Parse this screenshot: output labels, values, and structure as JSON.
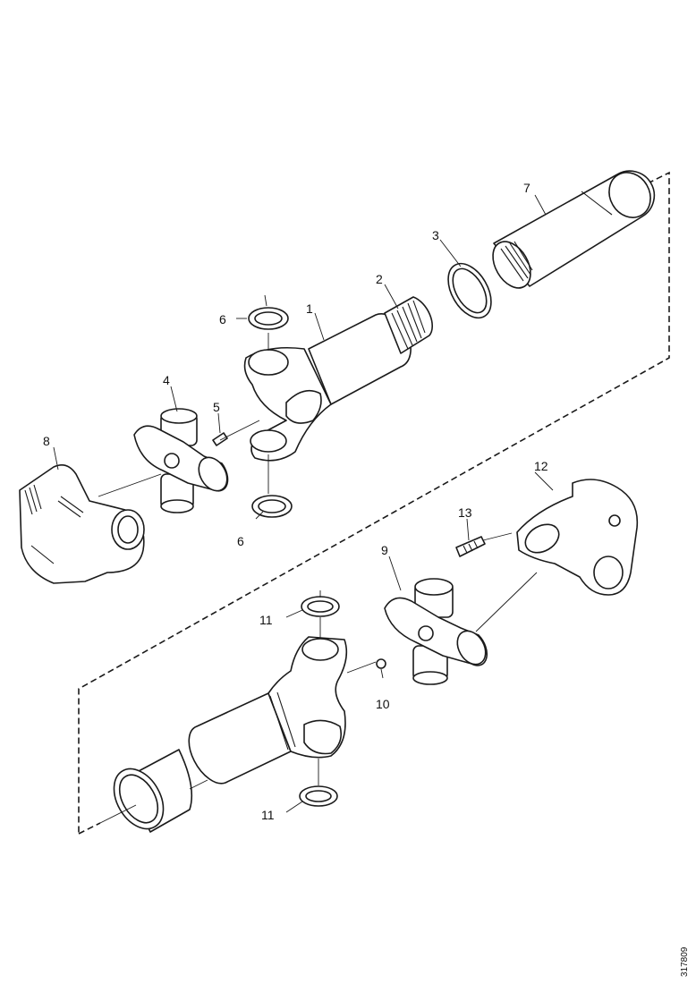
{
  "callouts": {
    "c1": "1",
    "c2": "2",
    "c3": "3",
    "c4": "4",
    "c5": "5",
    "c6a": "6",
    "c6b": "6",
    "c7": "7",
    "c8": "8",
    "c9": "9",
    "c10": "10",
    "c11a": "11",
    "c11b": "11",
    "c12": "12",
    "c13": "13"
  },
  "figure_id": "317809",
  "colors": {
    "line": "#1a1a1a",
    "fill": "#ffffff"
  }
}
